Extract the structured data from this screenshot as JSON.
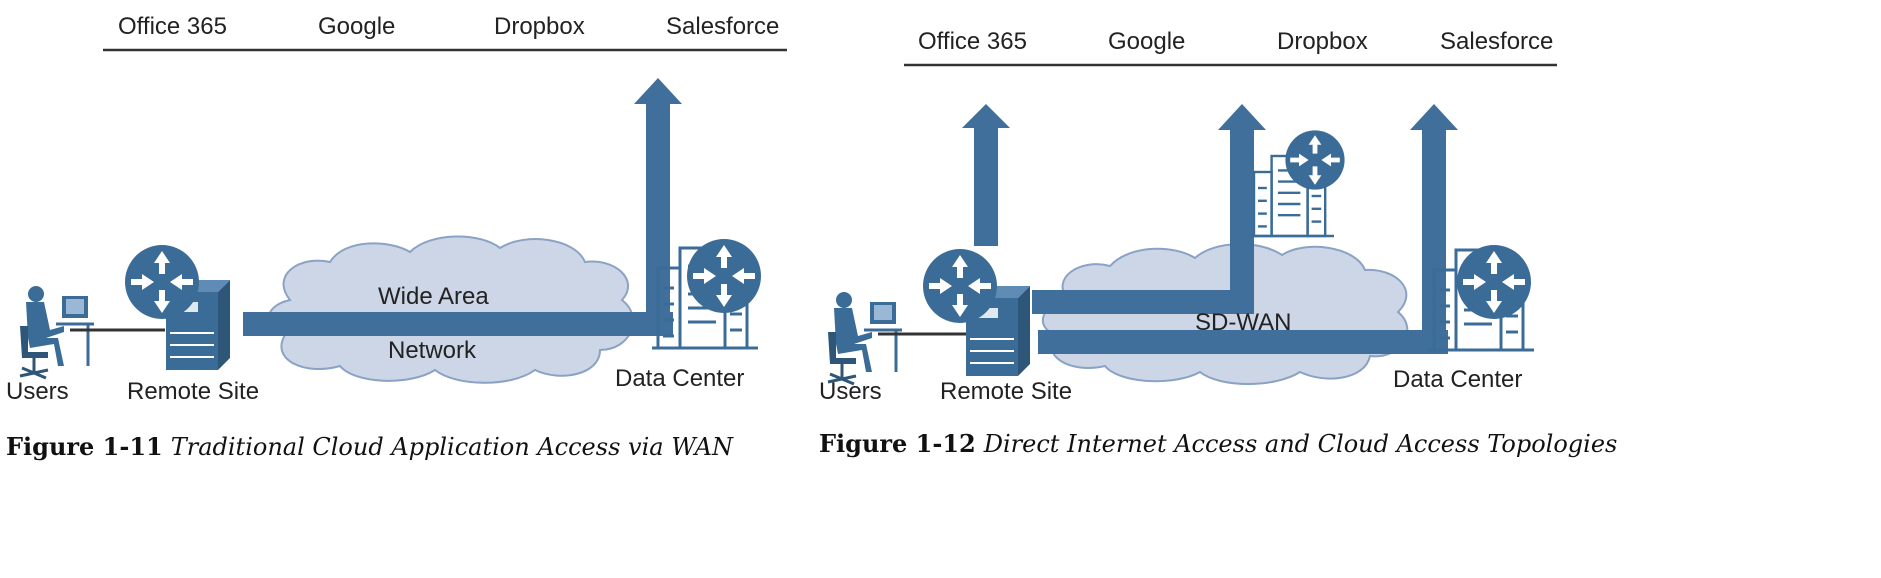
{
  "figure1": {
    "services": [
      "Office 365",
      "Google",
      "Dropbox",
      "Salesforce"
    ],
    "cloud_line1": "Wide Area",
    "cloud_line2": "Network",
    "users_label": "Users",
    "remote_site_label": "Remote Site",
    "data_center_label": "Data Center",
    "caption_number": "Figure 1-11",
    "caption_text": "Traditional Cloud Application Access via WAN"
  },
  "figure2": {
    "services": [
      "Office 365",
      "Google",
      "Dropbox",
      "Salesforce"
    ],
    "cloud_label": "SD-WAN",
    "users_label": "Users",
    "remote_site_label": "Remote Site",
    "data_center_label": "Data Center",
    "caption_number": "Figure 1-12",
    "caption_text": "Direct Internet Access and Cloud Access Topologies"
  },
  "colors": {
    "path_blue": "#3f6f9a",
    "cloud_fill": "#cdd6e6",
    "cloud_stroke": "#8aa2c4",
    "icon_blue": "#3b6c97"
  }
}
